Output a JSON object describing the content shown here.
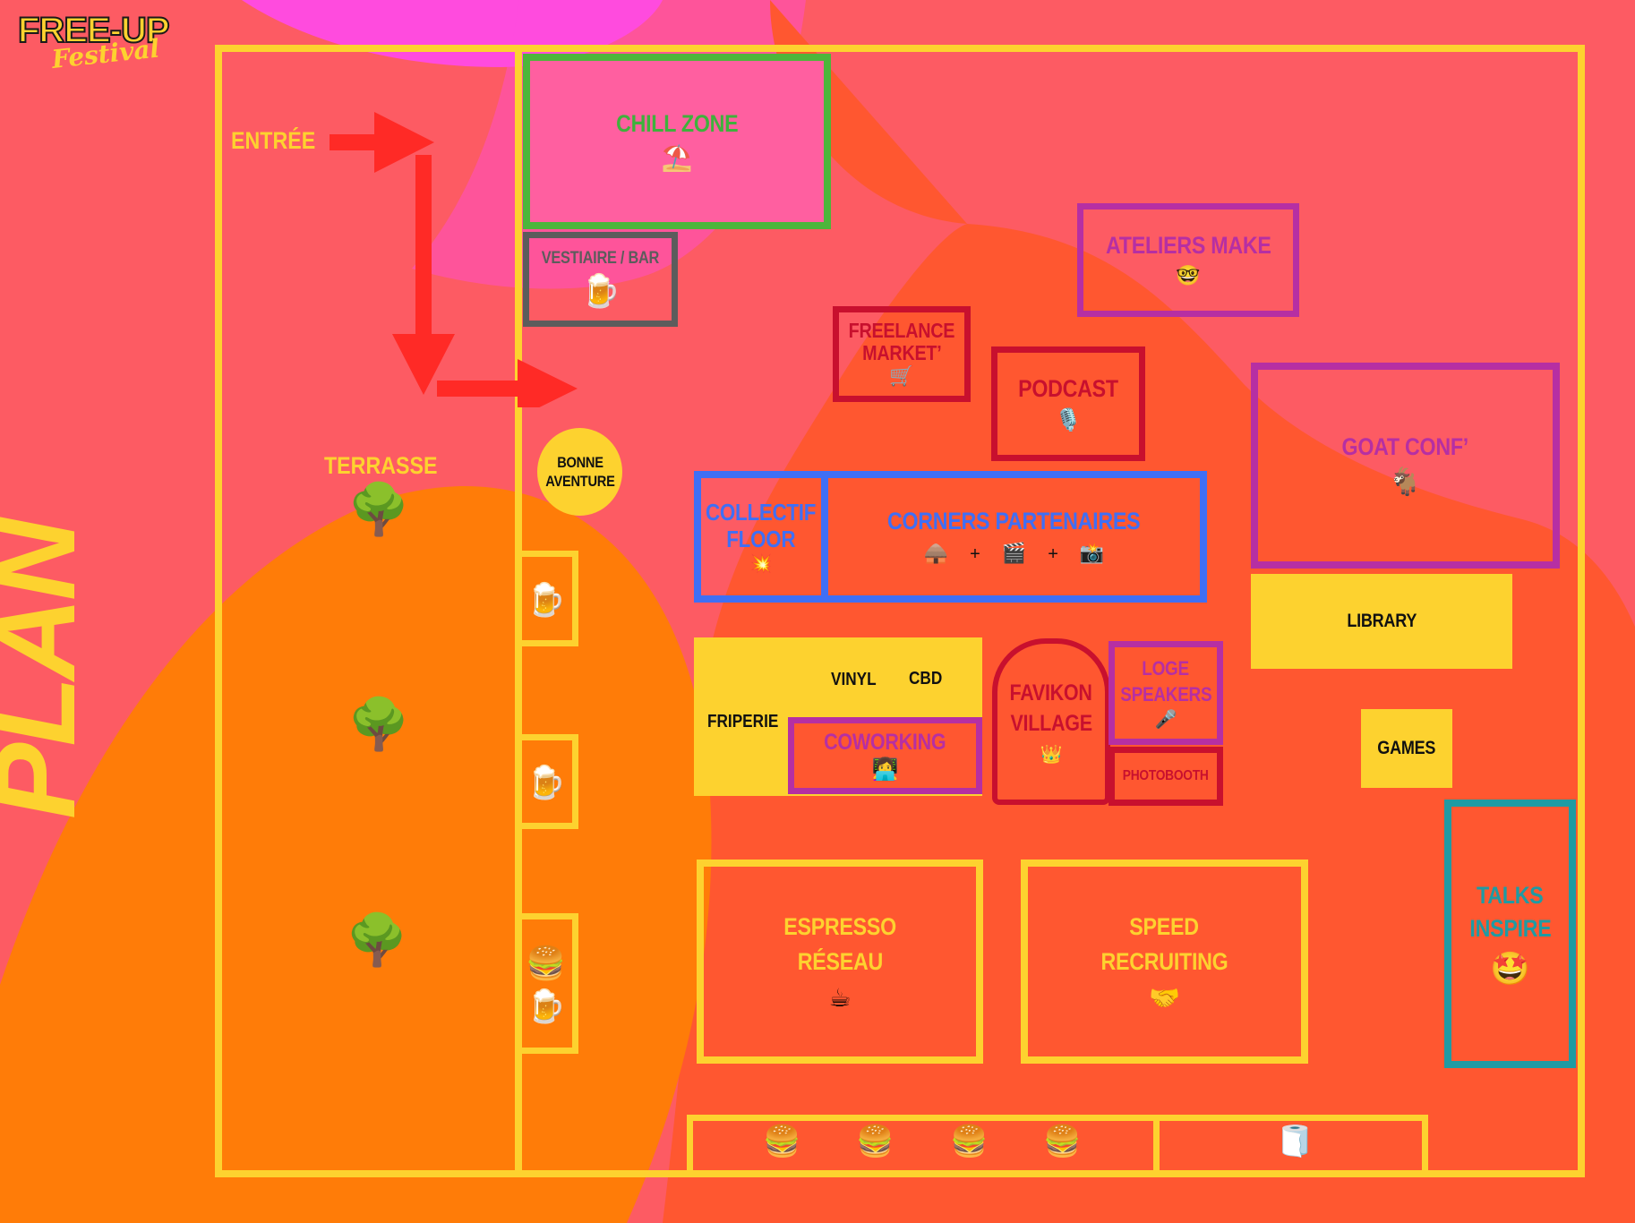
{
  "logo": {
    "brand": "FREE-UP",
    "sub": "Festival"
  },
  "side_title": "PLAN",
  "entrance": "ENTRÉE",
  "terrace": "TERRASSE",
  "bonne_aventure": {
    "line1": "BONNE",
    "line2": "AVENTURE"
  },
  "zones": {
    "chill_zone": {
      "label": "CHILL ZONE",
      "icon": "⛱️"
    },
    "vestiaire_bar": {
      "label": "VESTIAIRE / BAR",
      "icon": "🍺"
    },
    "freelance_market": {
      "line1": "FREELANCE",
      "line2": "MARKET’",
      "icon": "🛒"
    },
    "podcast": {
      "label": "PODCAST",
      "icon": "🎙️"
    },
    "ateliers_make": {
      "label": "ATELIERS MAKE",
      "icon": "🤓"
    },
    "goat_conf": {
      "label": "GOAT CONF’",
      "icon": "🐐"
    },
    "collectif_floor": {
      "line1": "COLLECTIF",
      "line2": "FLOOR",
      "icon": "💥"
    },
    "corners_partenaires": {
      "label": "CORNERS PARTENAIRES",
      "icons": [
        "🛖",
        "+",
        "🎬",
        "+",
        "📸"
      ]
    },
    "library": {
      "label": "LIBRARY"
    },
    "friperie": {
      "label": "FRIPERIE"
    },
    "vinyl": {
      "label": "VINYL"
    },
    "cbd": {
      "label": "CBD"
    },
    "coworking": {
      "label": "COWORKING",
      "icon": "👩‍💻"
    },
    "favikon_village": {
      "line1": "FAVIKON",
      "line2": "VILLAGE",
      "icon": "👑"
    },
    "loge_speakers": {
      "line1": "LOGE",
      "line2": "SPEAKERS",
      "icon": "🎤"
    },
    "photobooth": {
      "label": "PHOTOBOOTH"
    },
    "games": {
      "label": "GAMES"
    },
    "talks_inspire": {
      "line1": "TALKS",
      "line2": "INSPIRE",
      "icon": "🤩"
    },
    "espresso_reseau": {
      "line1": "ESPRESSO",
      "line2": "RÉSEAU",
      "icon": "☕"
    },
    "speed_recruiting": {
      "line1": "SPEED",
      "line2": "RECRUITING",
      "icon": "🤝"
    }
  },
  "stalls": {
    "beer": "🍺",
    "burger": "🍔"
  },
  "bottom_row": {
    "burgers": [
      "🍔",
      "🍔",
      "🍔",
      "🍔"
    ],
    "toilet": "🧻"
  },
  "trees": [
    "🌳",
    "🌳",
    "🌳"
  ],
  "colors": {
    "background": "#fd5b63",
    "orange": "#ff7c08",
    "red_orange": "#ff5730",
    "pink": "#ff4bde",
    "yellow": "#fdd22f",
    "green": "#4cb63b",
    "blue": "#3f6ff5",
    "purple": "#b62fa3",
    "crimson": "#c8102e",
    "teal": "#1f9ba3",
    "grey": "#5c5c5c",
    "arrow_red": "#ff2a26"
  }
}
